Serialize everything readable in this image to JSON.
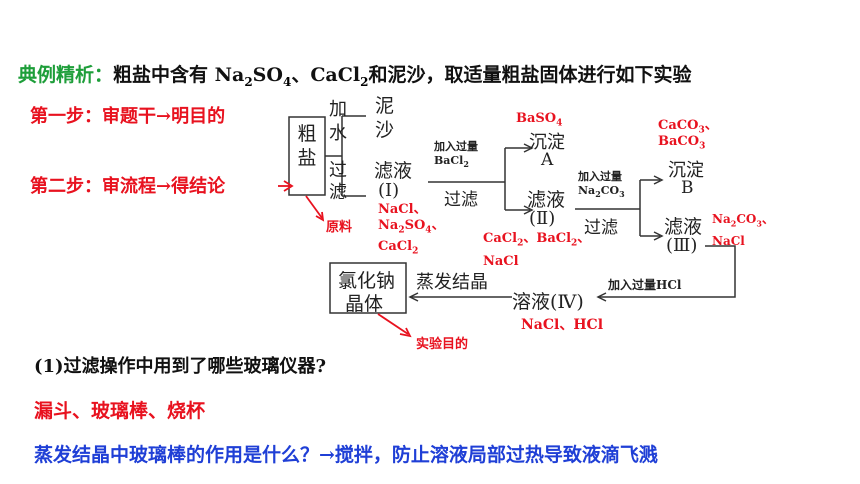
{
  "header": {
    "label": "典例精析：",
    "problem_a": "粗盐中含有 Na",
    "problem_b": "SO",
    "problem_c": "、CaCl",
    "problem_d": "和泥沙，取适量粗盐固体进行如下实验",
    "sub_2": "2",
    "sub_4": "4"
  },
  "steps": {
    "step1": "第一步：审题干→明目的",
    "step2": "第二步：审流程→得结论"
  },
  "flow": {
    "crude_salt": "粗盐",
    "add_water": "加水",
    "filter1": "过滤",
    "mud_sand": "泥沙",
    "filtrate1": "滤液",
    "filtrate1_num": "(Ⅰ)",
    "add_bacl2": "加入过量",
    "bacl2": "BaCl",
    "filter2": "过滤",
    "precip_a": "沉淀",
    "precip_a_letter": "A",
    "filtrate2": "滤液",
    "filtrate2_num": "(Ⅱ)",
    "add_na2co3": "加入过量",
    "na2co3": "Na",
    "na2co3_b": "CO",
    "filter3": "过滤",
    "precip_b": "沉淀",
    "precip_b_letter": "B",
    "filtrate3": "滤液",
    "filtrate3_num": "(Ⅲ)",
    "add_hcl": "加入过量HCl",
    "solution4": "溶液(Ⅳ)",
    "evaporate": "蒸发结晶",
    "product_1": "氯化钠",
    "product_2": "晶体"
  },
  "annotations": {
    "baso4": "BaSO",
    "caco3": "CaCO",
    "baco3": "BaCO",
    "raw": "原料",
    "ions1_a": "NaCl、",
    "ions1_b": "Na",
    "ions1_b2": "SO",
    "ions1_c": "CaCl",
    "ions2": "CaCl",
    "ions2_b": "、BaCl",
    "ions2_c": "NaCl",
    "ions3_a": "Na",
    "ions3_a2": "CO",
    "ions3_b": "NaCl",
    "ions4": "NaCl、HCl",
    "purpose": "实验目的"
  },
  "qa": {
    "q1": "(1)过滤操作中用到了哪些玻璃仪器?",
    "a1": "漏斗、玻璃棒、烧杯",
    "q2": "蒸发结晶中玻璃棒的作用是什么？→搅拌，防止溶液局部过热导致液滴飞溅"
  },
  "colors": {
    "green": "#1e9e3a",
    "red": "#e8121f",
    "blue": "#1f3fd6"
  }
}
